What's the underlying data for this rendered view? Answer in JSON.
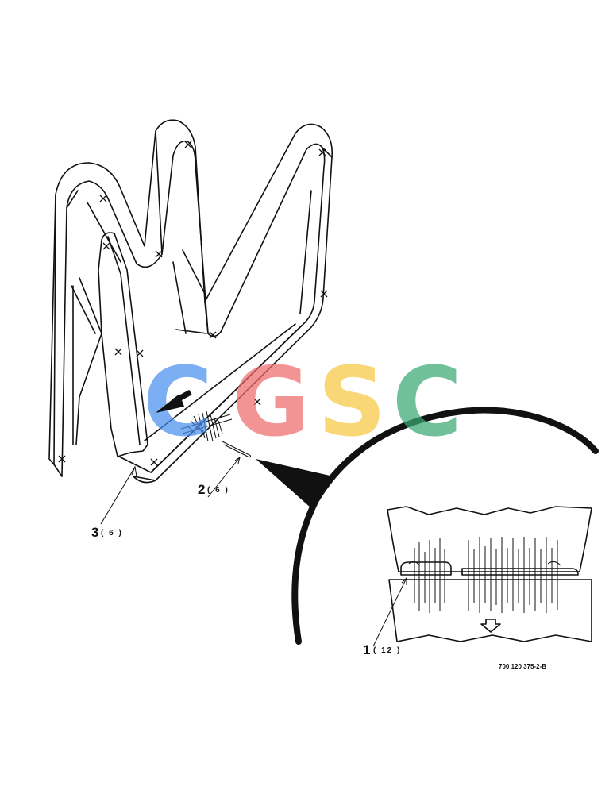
{
  "callouts": [
    {
      "number": "1",
      "quantity": "( 12 )"
    },
    {
      "number": "2",
      "quantity": "( 6 )"
    },
    {
      "number": "3",
      "quantity": "( 6 )"
    }
  ],
  "figure_id": "700 120 375-2-B",
  "watermark": {
    "letters": [
      "C",
      "G",
      "S",
      "C"
    ],
    "colors": [
      "#4a8ff0",
      "#ef6b6b",
      "#f7c842",
      "#3aa872"
    ]
  }
}
